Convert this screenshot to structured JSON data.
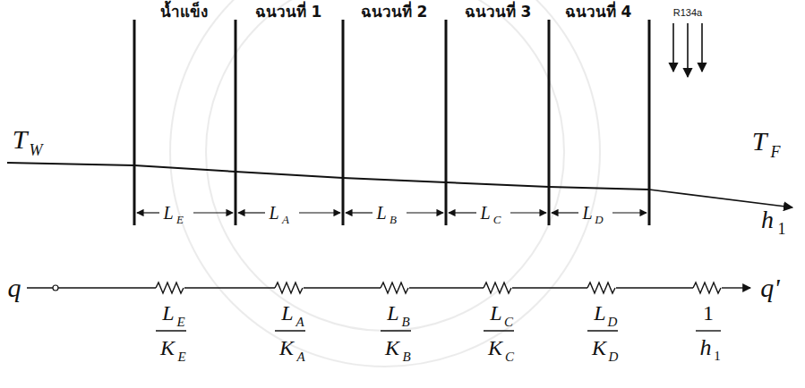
{
  "diagram": {
    "labels": [
      "น้ำแข็ง",
      "ฉนวนที่ 1",
      "ฉนวนที่ 2",
      "ฉนวนที่ 3",
      "ฉนวนที่ 4",
      "R134a",
      "T",
      "W",
      "T",
      "F",
      "h",
      "1",
      "L",
      "E",
      "L",
      "A",
      "L",
      "B",
      "L",
      "C",
      "L",
      "D",
      "q",
      "q'",
      "L",
      "E",
      "K",
      "E",
      "L",
      "A",
      "K",
      "A",
      "L",
      "B",
      "K",
      "B",
      "L",
      "C",
      "K",
      "C",
      "L",
      "D",
      "K",
      "D",
      "1",
      "h",
      "1"
    ]
  }
}
